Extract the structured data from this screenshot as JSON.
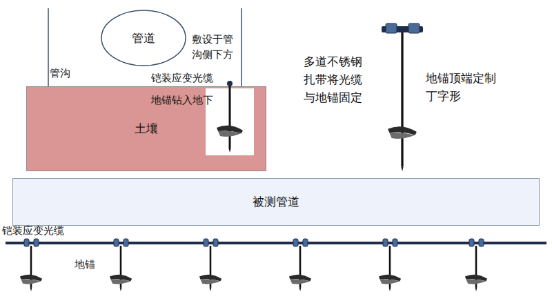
{
  "diagram": {
    "nodes": [
      {
        "text": [
          "管道"
        ]
      },
      {
        "text": [
          "土壤"
        ]
      },
      {
        "text": [
          "被测管道"
        ]
      }
    ],
    "labels": [
      "管沟",
      "敷设于管 沟侧下方",
      "铠装应变光缆",
      "地锚钻入地下",
      "多道不锈钢 扎带将光缆 与地锚固定",
      "地锚顶端定制 丁字形",
      "铠装应变光缆",
      "地锚"
    ]
  }
}
